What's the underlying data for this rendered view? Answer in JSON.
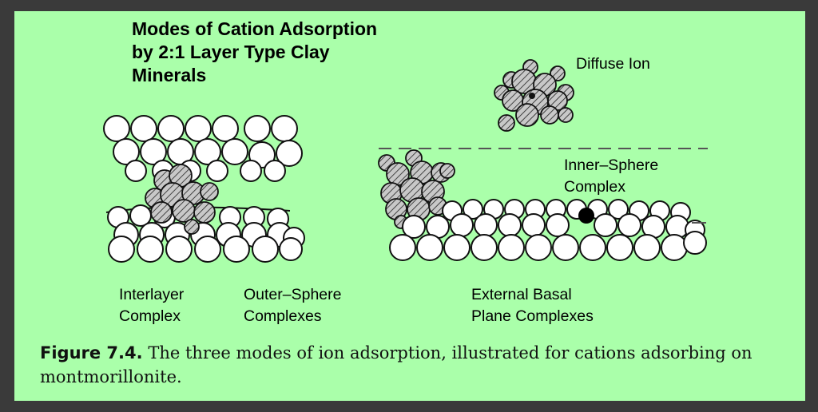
{
  "title": {
    "line1": "Modes of Cation Adsorption",
    "line2": "by 2:1 Layer Type Clay",
    "line3": "Minerals"
  },
  "labels": {
    "diffuse_ion": "Diffuse Ion",
    "inner_sphere_1": "Inner–Sphere",
    "inner_sphere_2": "Complex",
    "interlayer_1": "Interlayer",
    "interlayer_2": "Complex",
    "outer_sphere_1": "Outer–Sphere",
    "outer_sphere_2": "Complexes",
    "external_basal_1": "External Basal",
    "external_basal_2": "Plane Complexes"
  },
  "caption": {
    "figure_number": "Figure 7.4.",
    "text": "The three modes of ion adsorption, illustrated for cations adsorbing on montmorillonite."
  },
  "colors": {
    "panel_background": "#aaffaa",
    "frame": "#3a3a3a"
  }
}
